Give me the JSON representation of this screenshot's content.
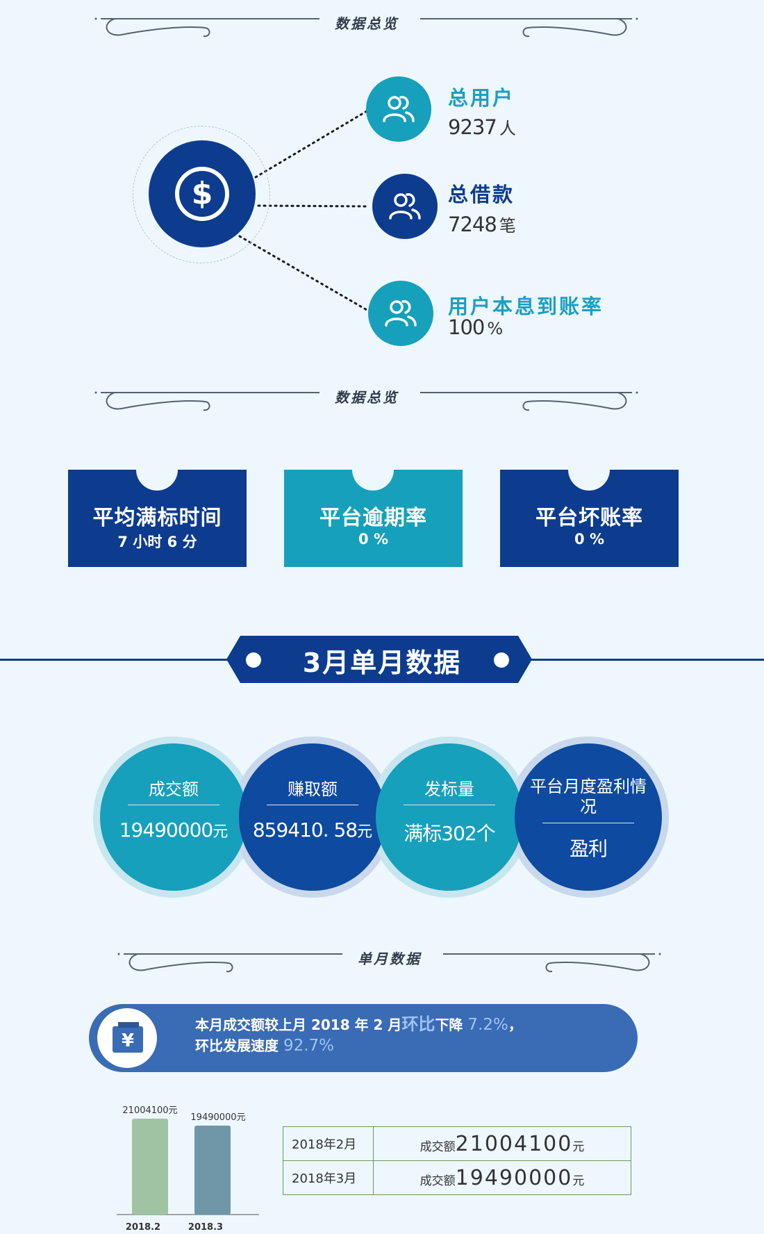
{
  "section_titles": {
    "overview": "数据总览",
    "overview2": "数据总览",
    "monthly": "单月数据"
  },
  "hub_icon": "dollar-coin-icon",
  "overview": [
    {
      "label": "总用户",
      "value": "9237",
      "unit": "人",
      "label_color": "#1c9fc1",
      "bubble_color": "#16a0bb",
      "icon": "users-icon"
    },
    {
      "label": "总借款",
      "value": "7248",
      "unit": "笔",
      "label_color": "#0d3c8f",
      "bubble_color": "#0d3c8f",
      "icon": "users-icon"
    },
    {
      "label": "用户本息到账率",
      "value": "100",
      "unit": "%",
      "label_color": "#1c9fc1",
      "bubble_color": "#16a0bb",
      "icon": "users-icon"
    }
  ],
  "cards": [
    {
      "title": "平均满标时间",
      "value": "7 小时 6 分",
      "color": "#0d3c8f"
    },
    {
      "title": "平台逾期率",
      "value": "0 %",
      "color": "#16a0bb"
    },
    {
      "title": "平台坏账率",
      "value": "0 %",
      "color": "#0d3c8f"
    }
  ],
  "month_banner": "3月单月数据",
  "circles": [
    {
      "title": "成交额",
      "value": "19490000",
      "unit": "元",
      "color": "#16a0bb",
      "halo": "#c7e6ef"
    },
    {
      "title": "赚取额",
      "value": "859410. 58",
      "unit": "元",
      "color": "#0d4aa0",
      "halo": "#c9d8ec"
    },
    {
      "title": "发标量",
      "value": "满标302个",
      "unit": "",
      "color": "#16a0bb",
      "halo": "#c7e6ef"
    },
    {
      "title": "平台月度盈利情况",
      "value": "盈利",
      "unit": "",
      "color": "#0d4aa0",
      "halo": "#c9d8ec"
    }
  ],
  "pill": {
    "icon": "yen-wallet-icon",
    "prefix": "本月成交额较上月 2018 年 2 月",
    "highlight": "环比",
    "mid": "下降",
    "drop": "7.2%",
    "comma": "，",
    "line2_prefix": "环比发展速度",
    "speed": "92.7%"
  },
  "chart_data": {
    "type": "bar",
    "categories": [
      "2018.2",
      "2018.3"
    ],
    "values": [
      21004100,
      19490000
    ],
    "data_labels": [
      "21004100元",
      "19490000元"
    ],
    "colors": [
      "#a0c4a3",
      "#6f97a7"
    ],
    "ylim": [
      0,
      21004100
    ]
  },
  "comparison_table": [
    {
      "month": "2018年2月",
      "label": "成交额",
      "value": "21004100",
      "unit": "元"
    },
    {
      "month": "2018年3月",
      "label": "成交额",
      "value": "19490000",
      "unit": "元"
    }
  ]
}
